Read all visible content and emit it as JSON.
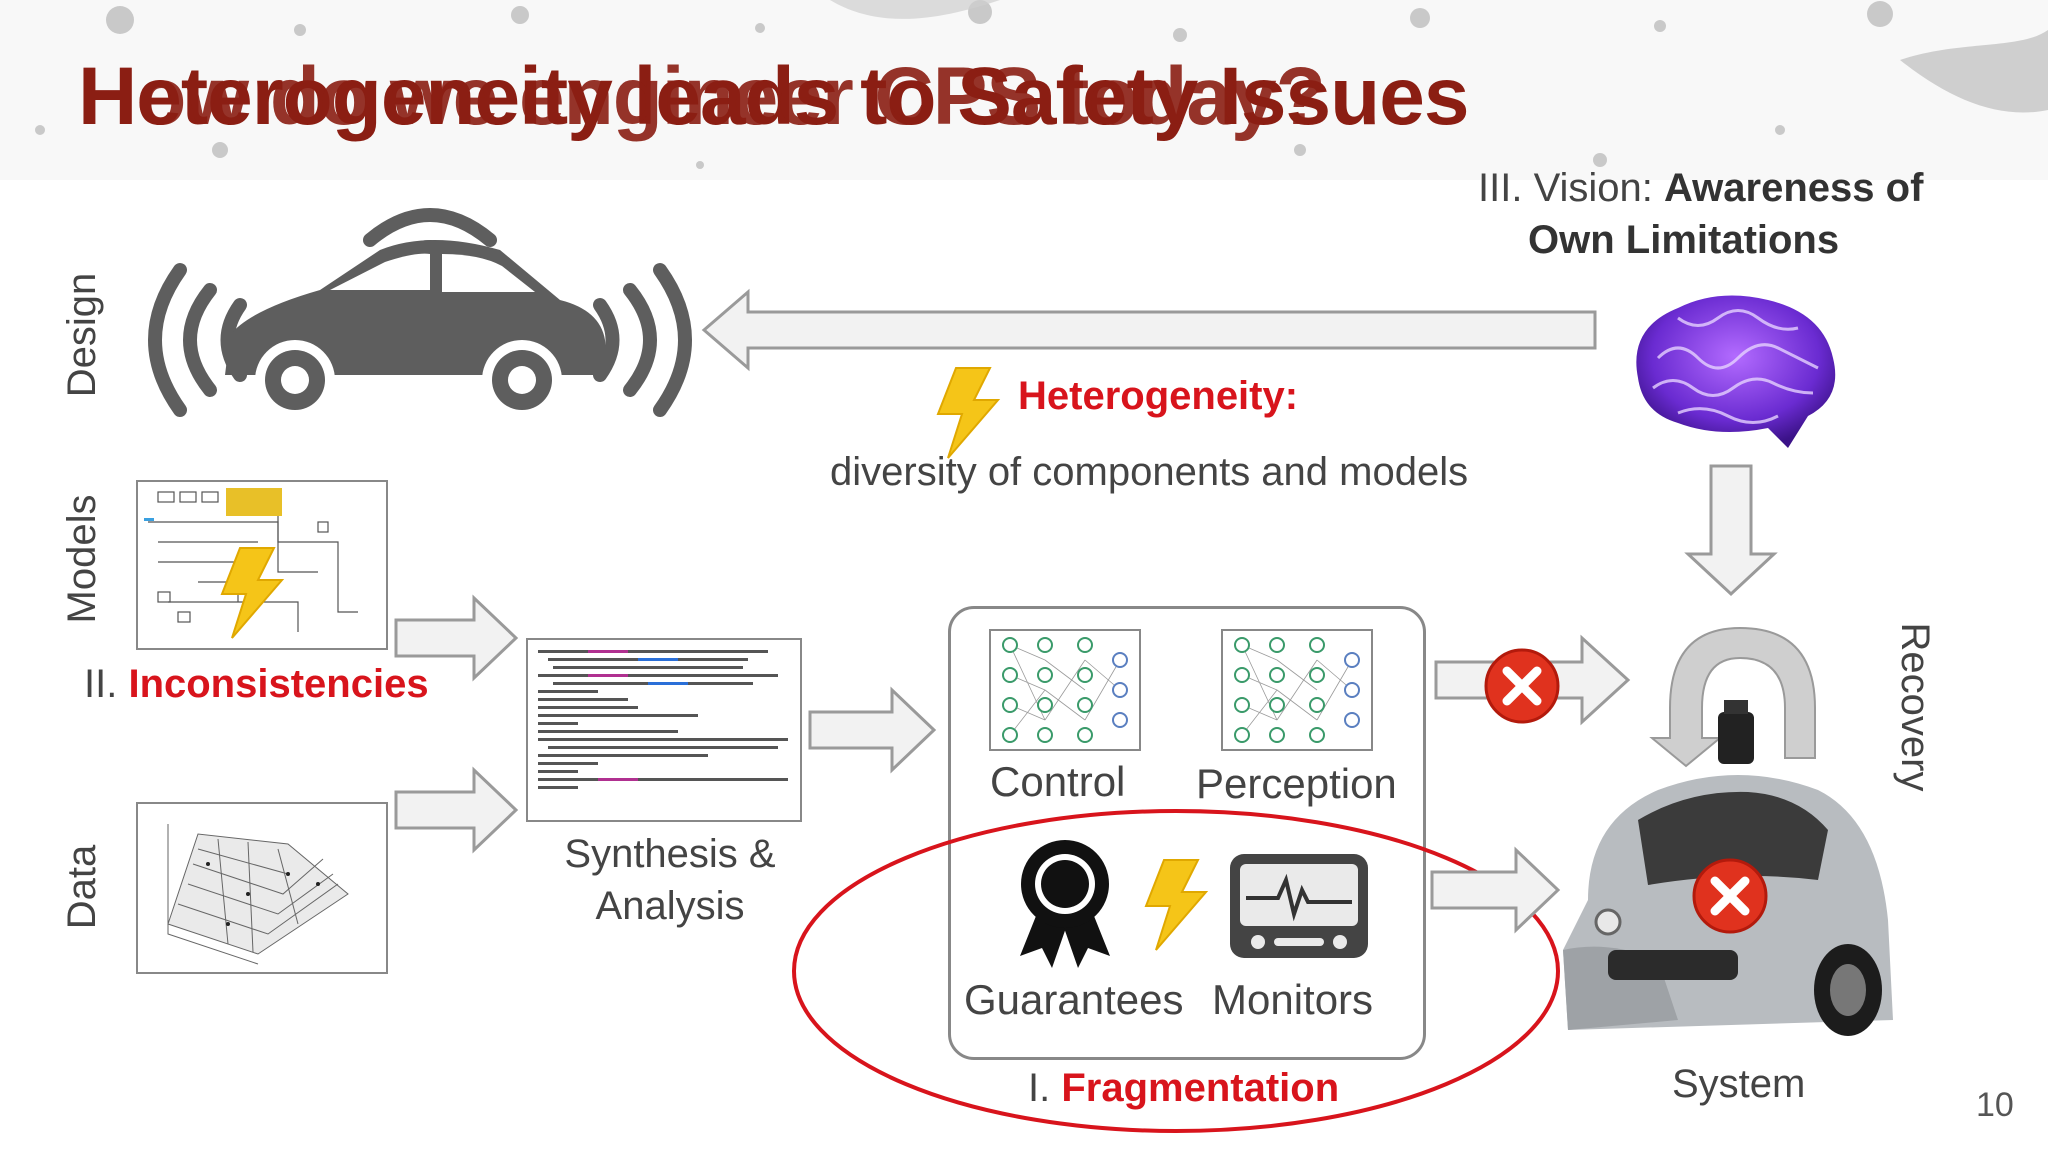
{
  "slide": {
    "title_layer_1": "Heterogeneity leads to Safety Issues",
    "title_layer_2": "How do we engineer CPS today?",
    "page_number": "10"
  },
  "rows": {
    "design": "Design",
    "models": "Models",
    "data": "Data",
    "recovery": "Recovery"
  },
  "vision": {
    "prefix": "III. Vision: ",
    "strong_line1": "Awareness of",
    "strong_line2": "Own Limitations"
  },
  "heterogeneity": {
    "title": "Heterogeneity:",
    "desc": "diversity of components and models"
  },
  "inconsistencies": {
    "prefix": "II. ",
    "name": "Inconsistencies"
  },
  "synthesis": {
    "line1": "Synthesis &",
    "line2": "Analysis"
  },
  "components": {
    "control": "Control",
    "perception": "Perception",
    "guarantees": "Guarantees",
    "monitors": "Monitors"
  },
  "fragmentation": {
    "prefix": "I. ",
    "name": "Fragmentation"
  },
  "system": "System",
  "colors": {
    "title": "#8b1e13",
    "accent_red": "#d8141c",
    "text": "#444444",
    "arrow_fill": "#f2f2f2",
    "arrow_stroke": "#9a9a9a",
    "lightning": "#f5c518"
  },
  "icons": [
    "connected-car-icon",
    "brain-icon",
    "lightning-icon",
    "ribbon-badge-icon",
    "monitor-icon",
    "error-x-icon",
    "neural-network-icon",
    "recovery-arrow-icon",
    "self-driving-car-icon"
  ]
}
